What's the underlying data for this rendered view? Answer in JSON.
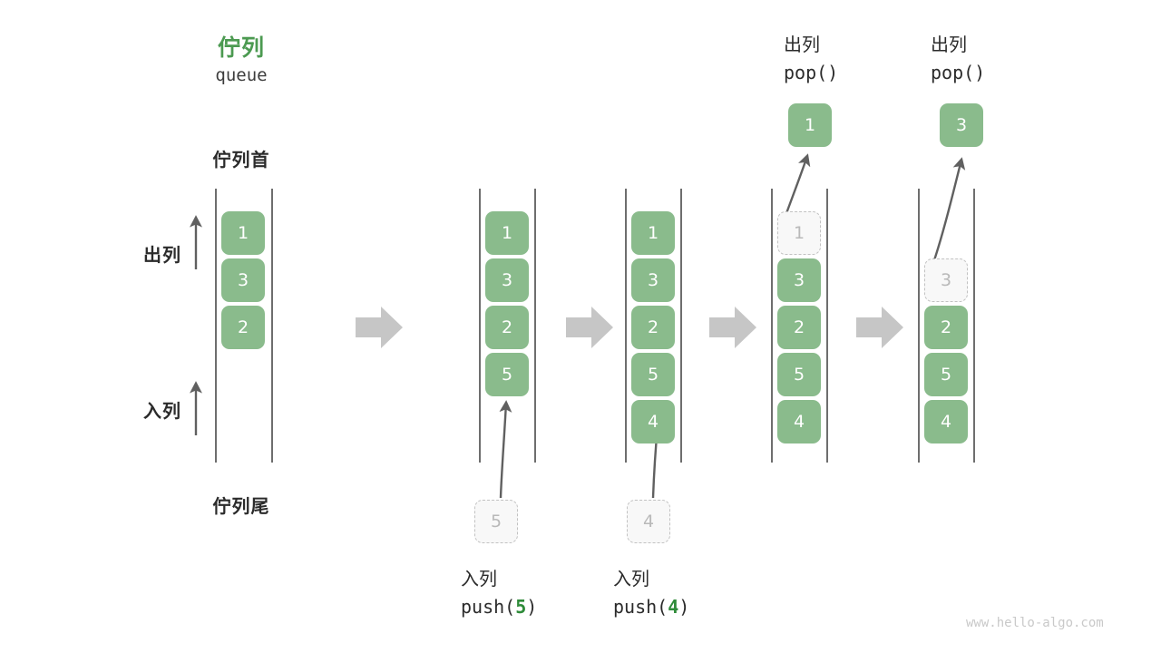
{
  "title": {
    "cn": "佇列",
    "en": "queue",
    "color": "#4c9a51"
  },
  "labels": {
    "head": "佇列首",
    "tail": "佇列尾",
    "dequeue": "出列",
    "enqueue": "入列"
  },
  "watermark": "www.hello-algo.com",
  "colors": {
    "cell_fill": "#8abb8c",
    "cell_text": "#ffffff",
    "ghost_fill": "#f8f8f8",
    "ghost_border": "#c2c2c2",
    "ghost_text": "#b9b9b9",
    "rail": "#4a4a4a",
    "arrow": "#c6c6c6",
    "thin_arrow": "#606060",
    "accent_green": "#2e8b39"
  },
  "steps": [
    {
      "id": "initial",
      "cells": [
        {
          "value": "1",
          "ghost": false
        },
        {
          "value": "3",
          "ghost": false
        },
        {
          "value": "2",
          "ghost": false
        }
      ]
    },
    {
      "id": "after-push-5",
      "cells": [
        {
          "value": "1",
          "ghost": false
        },
        {
          "value": "3",
          "ghost": false
        },
        {
          "value": "2",
          "ghost": false
        },
        {
          "value": "5",
          "ghost": false
        }
      ],
      "incoming": {
        "value": "5"
      },
      "caption": {
        "cn": "入列",
        "code_prefix": "push(",
        "code_num": "5",
        "code_suffix": ")"
      }
    },
    {
      "id": "after-push-4",
      "cells": [
        {
          "value": "1",
          "ghost": false
        },
        {
          "value": "3",
          "ghost": false
        },
        {
          "value": "2",
          "ghost": false
        },
        {
          "value": "5",
          "ghost": false
        },
        {
          "value": "4",
          "ghost": false
        }
      ],
      "incoming": {
        "value": "4"
      },
      "caption": {
        "cn": "入列",
        "code_prefix": "push(",
        "code_num": "4",
        "code_suffix": ")"
      }
    },
    {
      "id": "after-pop-1",
      "cells": [
        {
          "value": "1",
          "ghost": true
        },
        {
          "value": "3",
          "ghost": false
        },
        {
          "value": "2",
          "ghost": false
        },
        {
          "value": "5",
          "ghost": false
        },
        {
          "value": "4",
          "ghost": false
        }
      ],
      "popped": {
        "value": "1"
      },
      "caption": {
        "cn": "出列",
        "code": "pop()"
      }
    },
    {
      "id": "after-pop-3",
      "cells": [
        {
          "value": "",
          "ghost": null
        },
        {
          "value": "3",
          "ghost": true
        },
        {
          "value": "2",
          "ghost": false
        },
        {
          "value": "5",
          "ghost": false
        },
        {
          "value": "4",
          "ghost": false
        }
      ],
      "popped": {
        "value": "3"
      },
      "caption": {
        "cn": "出列",
        "code": "pop()"
      }
    }
  ],
  "transitions": [
    "step-arrow",
    "step-arrow",
    "step-arrow",
    "step-arrow"
  ]
}
